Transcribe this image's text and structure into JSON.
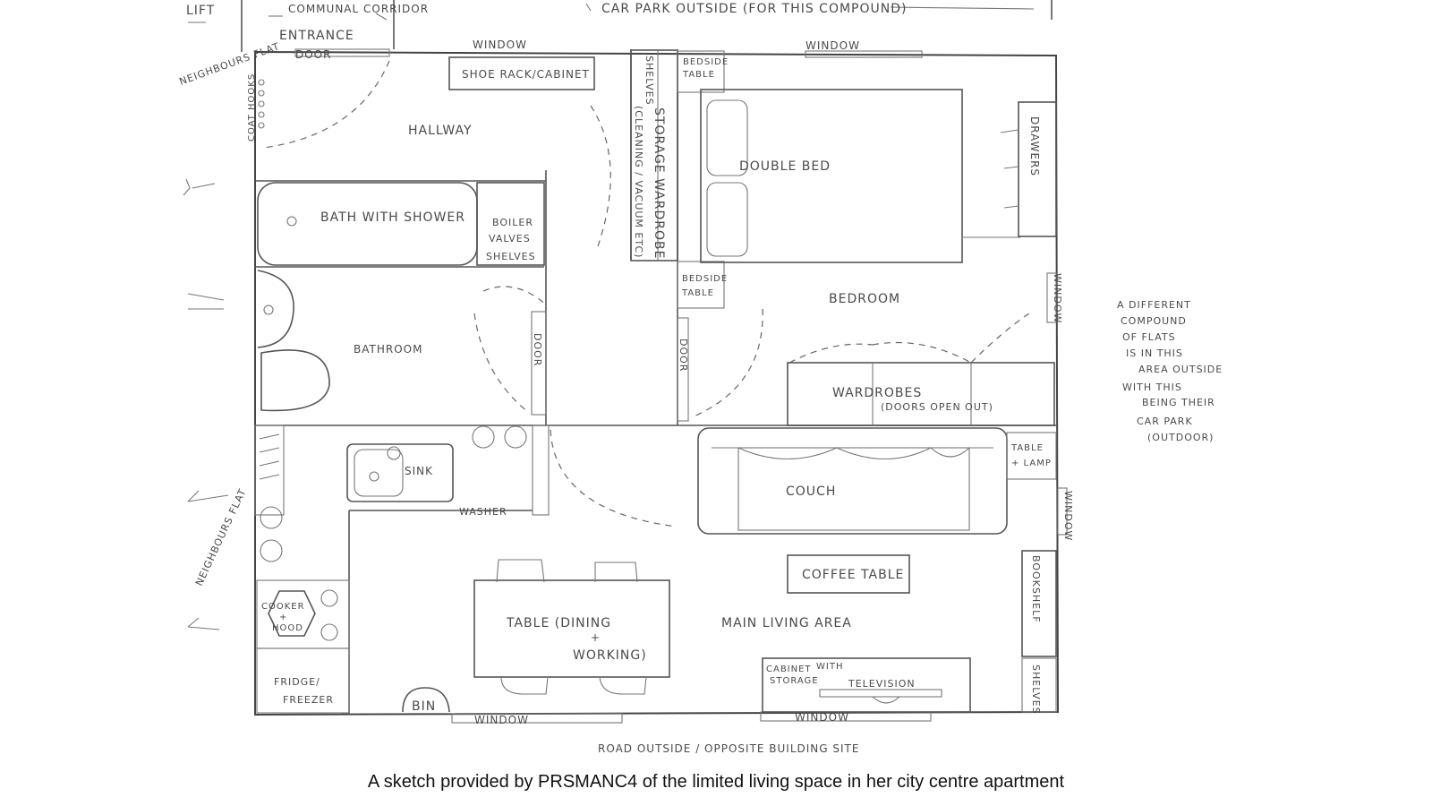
{
  "top": {
    "lift": "LIFT",
    "communal_corridor": "COMMUNAL CORRIDOR",
    "entrance": "ENTRANCE",
    "door": "DOOR",
    "car_park": "CAR PARK OUTSIDE (FOR THIS COMPOUND)"
  },
  "left": {
    "neighbours_flat_1": "NEIGHBOURS FLAT",
    "neighbours_flat_2": "NEIGHBOURS FLAT"
  },
  "right": {
    "note": [
      "A DIFFERENT",
      "COMPOUND",
      "OF FLATS",
      "IS IN THIS",
      "AREA OUTSIDE",
      "WITH THIS",
      "BEING THEIR",
      "CAR PARK",
      "(OUTDOOR)"
    ]
  },
  "bottom": {
    "road": "ROAD OUTSIDE / OPPOSITE BUILDING SITE"
  },
  "labels": {
    "window": "WINDOW",
    "door": "DOOR",
    "hallway": "HALLWAY",
    "coat_hooks": "COAT HOOKS",
    "shoe_rack": "SHOE RACK/CABINET",
    "shelves": "SHELVES",
    "storage_wardrobe": "STORAGE WARDROBE",
    "cleaning_vacuum": "(CLEANING / VACUUM ETC)",
    "bedside_table": [
      "BEDSIDE",
      "TABLE"
    ],
    "double_bed": "DOUBLE BED",
    "drawers": "DRAWERS",
    "bath_with_shower": "BATH WITH SHOWER",
    "boiler": [
      "BOILER",
      "VALVES",
      "SHELVES"
    ],
    "bathroom": "BATHROOM",
    "bedroom": "BEDROOM",
    "wardrobes": "WARDROBES",
    "wardrobes_note": "(DOORS OPEN OUT)",
    "table_lamp": [
      "TABLE",
      "+ LAMP"
    ],
    "sink": "SINK",
    "washer": "WASHER",
    "couch": "COUCH",
    "coffee_table": "COFFEE TABLE",
    "bookshelf": "BOOKSHELF",
    "cooker_hood": [
      "COOKER",
      "+",
      "HOOD"
    ],
    "dining_table": [
      "TABLE (DINING",
      "+",
      "WORKING)"
    ],
    "main_living_area": "MAIN LIVING AREA",
    "cabinet": [
      "CABINET",
      "WITH",
      "STORAGE"
    ],
    "television": "TELEVISION",
    "fridge": [
      "FRIDGE/",
      "FREEZER"
    ],
    "bin": "BIN"
  },
  "caption": "A sketch provided by PRSMANC4 of the limited living space in her city centre apartment"
}
